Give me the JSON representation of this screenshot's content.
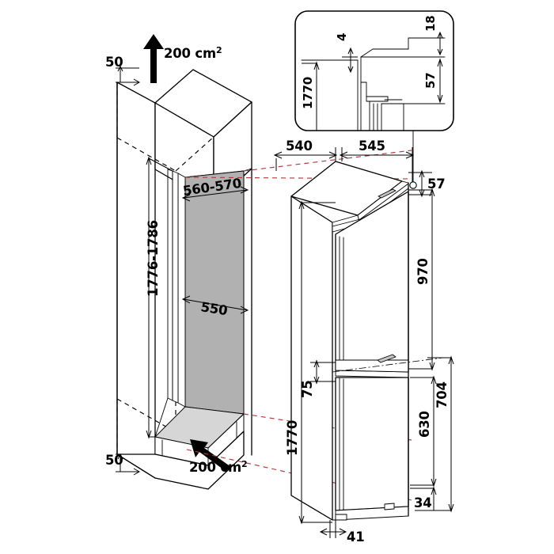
{
  "diagram": {
    "title": "Built-in fridge-freezer installation dimensions",
    "units": "mm",
    "background_color": "#ffffff",
    "line_color": "#000000",
    "accent_color": "#b03a3a",
    "shade_color": "#b1b1b1",
    "floor_shade_color": "#d6d6d6"
  },
  "cabinet": {
    "name": "kitchen-cabinet-niche",
    "dimensions": {
      "top_gap": "50",
      "bottom_gap": "50",
      "height_range": "1776-1786",
      "niche_depth": "560-570",
      "niche_width": "550"
    },
    "ventilation": {
      "top_label": "200 cm",
      "top_superscript": "2",
      "bottom_label": "200 cm",
      "bottom_superscript": "2"
    }
  },
  "appliance": {
    "name": "built-in-fridge-freezer",
    "dimensions": {
      "depth_rear": "540",
      "width": "545",
      "top_offset": "57",
      "total_height": "1770",
      "fridge_door_height": "970",
      "door_gap": "75",
      "freezer_section": "704",
      "freezer_door_height": "630",
      "plinth_height": "34",
      "front_offset": "41"
    }
  },
  "inset": {
    "name": "hinge-cross-section-detail",
    "dimensions": {
      "top_clearance": "4",
      "panel_thickness": "18",
      "hinge_offset": "57",
      "cabinet_height": "1770"
    }
  }
}
